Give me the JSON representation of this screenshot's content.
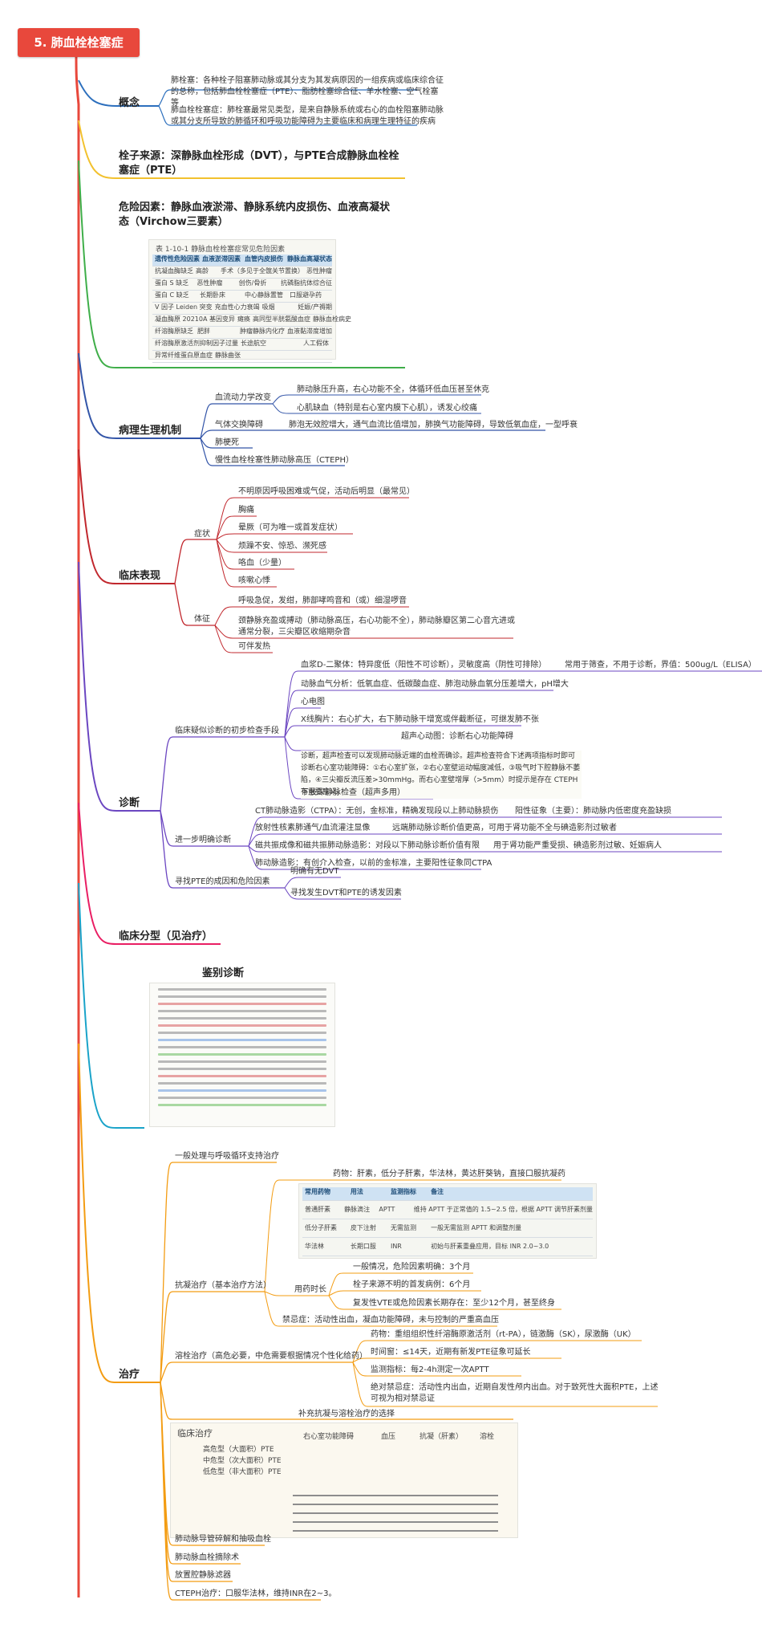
{
  "root": "5. 肺血栓栓塞症",
  "overview": {
    "label": "概念",
    "items": [
      "肺栓塞：各种栓子阻塞肺动脉或其分支为其发病原因的一组疾病或临床综合征的总称，包括肺血栓栓塞症（PTE）、脂肪栓塞综合征、羊水栓塞、空气栓塞等",
      "肺血栓栓塞症：肺栓塞最常见类型，是来自静脉系统或右心的血栓阻塞肺动脉或其分支所导致的肺循环和呼吸功能障碍为主要临床和病理生理特征的疾病"
    ]
  },
  "source": "栓子来源：深静脉血栓形成（DVT），与PTE合成静脉血栓栓塞症（PTE）",
  "risk": "危险因素：静脉血液淤滞、静脉系统内皮损伤、血液高凝状态（Virchow三要素）",
  "risk_table": {
    "caption": "表 1-10-1 静脉血栓栓塞症常见危险因素",
    "headers": [
      "遗传性危险因素",
      "血液淤滞因素",
      "血管内皮损伤",
      "静脉血高凝状态"
    ],
    "rows": [
      [
        "抗凝血酶缺乏",
        "高龄",
        "手术（多见于全髋关节置换）",
        "恶性肿瘤"
      ],
      [
        "蛋白 S 缺乏",
        "恶性肿瘤",
        "创伤/骨折",
        "抗磷脂抗体综合征"
      ],
      [
        "蛋白 C 缺乏",
        "长期卧床",
        "中心静脉置管",
        "口服避孕药"
      ],
      [
        "V 因子 Leiden 突变",
        "充血性心力衰竭",
        "吸烟",
        "妊娠/产褥期"
      ],
      [
        "凝血酶原 20210A 基因变异",
        "瘫痪",
        "高同型半胱氨酸血症",
        "静脉血栓病史"
      ],
      [
        "纤溶酶原缺乏",
        "肥胖",
        "肿瘤静脉内化疗",
        "血液黏滞度增加"
      ],
      [
        "纤溶酶原激活剂抑制因子过量",
        "长途航空",
        "",
        "人工假体"
      ],
      [
        "异常纤维蛋白原血症",
        "静脉曲张",
        "",
        ""
      ]
    ]
  },
  "patho": {
    "label": "病理生理机制",
    "hemo": "血流动力学改变",
    "hemo_items": [
      "肺动脉压升高，右心功能不全，体循环低血压甚至休克",
      "心肌缺血（特别是右心室内膜下心肌），诱发心绞痛"
    ],
    "gas": "气体交换障碍",
    "gas_desc": "肺泡无效腔增大，通气血流比值增加，肺换气功能障碍，导致低氧血症，一型呼衰",
    "infarct": "肺梗死",
    "cteph": "慢性血栓栓塞性肺动脉高压（CTEPH）"
  },
  "clinical": {
    "label": "临床表现",
    "symptom": "症状",
    "symptoms": [
      "不明原因呼吸困难或气促，活动后明显（最常见）",
      "胸痛",
      "晕厥（可为唯一或首发症状）",
      "烦躁不安、惊恐、濒死感",
      "咯血（少量）",
      "咳嗽心悸"
    ],
    "sign": "体征",
    "signs": [
      "呼吸急促，发绀，肺部哮鸣音和（或）细湿啰音",
      "颈静脉充盈或搏动（肺动脉高压，右心功能不全），肺动脉瓣区第二心音亢进或通常分裂，三尖瓣区收缩期杂音",
      "可伴发热"
    ]
  },
  "diagnosis": {
    "label": "诊断",
    "suspect": "临床疑似诊断的初步检查手段",
    "ddimer": "血浆D-二聚体：特异度低（阳性不可诊断），灵敏度高（阴性可排除）",
    "ddimer_note": "常用于筛查，不用于诊断，界值：500ug/L（ELISA）",
    "abg": "动脉血气分析：低氧血症、低碳酸血症、肺泡动脉血氧分压差增大，pH增大",
    "ecg": "心电图",
    "xray": "X线胸片：右心扩大，右下肺动脉干增宽或伴截断征，可继发肺不张",
    "echo": "超声心动图：诊断右心功能障碍",
    "echo_text": "诊断，超声检查可以发现肺动脉近端的血栓而确诊。超声检查符合下述两项指标时即可诊断右心室功能障碍：①右心室扩张，②右心室壁运动幅度减低，③吸气时下腔静脉不萎陷，④三尖瓣反流压差>30mmHg。而右心室壁增厚（>5mm）时提示是存在 CTEPH 有重要意义。",
    "dvt_us": "下肢深静脉检查（超声多用）",
    "confirm": "进一步明确诊断",
    "ctpa": "CT肺动脉造影（CTPA）：无创，金标准，精确发现段以上肺动脉损伤",
    "ctpa_note": "阳性征象（主要）：肺动脉内低密度充盈缺损",
    "vq": "放射性核素肺通气/血流灌注显像",
    "vq_note": "远端肺动脉诊断价值更高，可用于肾功能不全与碘造影剂过敏者",
    "mra": "磁共振成像和磁共振肺动脉造影：对段以下肺动脉诊断价值有限",
    "mra_note": "用于肾功能严重受损、碘造影剂过敏、妊娠病人",
    "angio": "肺动脉造影：有创介入检查，以前的金标准，主要阳性征象同CTPA",
    "cause": "寻找PTE的成因和危险因素",
    "cause_items": [
      "明确有无DVT",
      "寻找发生DVT和PTE的诱发因素"
    ]
  },
  "classification": "临床分型（见治疗）",
  "differential": {
    "title": "鉴别诊断"
  },
  "treatment": {
    "label": "治疗",
    "general": "一般处理与呼吸循环支持治疗",
    "anticoag": "抗凝治疗（基本治疗方法）",
    "drugs": "药物：肝素，低分子肝素，华法林，黄达肝葵钠，直接口服抗凝药",
    "drug_table": {
      "headers": [
        "常用药物",
        "用法",
        "监测指标",
        "备注"
      ],
      "rows": [
        [
          "普通肝素",
          "静脉滴注",
          "APTT",
          "维持 APTT 于正常值的 1.5~2.5 倍，根据 APTT 调节肝素剂量"
        ],
        [
          "低分子肝素",
          "皮下注射",
          "无需监测",
          "一般无需监测 APTT 和调整剂量"
        ],
        [
          "华法林",
          "长期口服",
          "INR",
          "初始与肝素重叠应用，目标 INR 2.0~3.0"
        ]
      ]
    },
    "duration": "用药时长",
    "durations": [
      "一般情况，危险因素明确：3个月",
      "栓子来源不明的首发病例：6个月",
      "复发性VTE或危险因素长期存在：至少12个月，甚至终身"
    ],
    "contra": "禁忌症：活动性出血，凝血功能障碍，未与控制的严重高血压",
    "thrombolysis": "溶栓治疗（高危必要，中危需要根据情况个性化给药）",
    "lytic_items": [
      "药物：重组组织性纤溶酶原激活剂（rt-PA），链激酶（SK），尿激酶（UK）",
      "时间窗：≤14天，近期有新发PTE征象可延长",
      "监测指标：每2-4h测定一次APTT",
      "绝对禁忌症：活动性内出血，近期自发性颅内出血。对于致死性大面积PTE，上述可视为相对禁忌证"
    ],
    "supplement": "补充抗凝与溶栓治疗的选择",
    "notes": {
      "title": "临床治疗",
      "left": [
        "高危型（大面积）PTE",
        "中危型（次大面积）PTE",
        "低危型（非大面积）PTE"
      ],
      "cols": [
        "右心室功能障碍",
        "血压",
        "抗凝（肝素）",
        "溶栓"
      ]
    },
    "others": [
      "肺动脉导管碎解和抽吸血栓",
      "肺动脉血栓摘除术",
      "放置腔静脉滤器",
      "CTEPH治疗：口服华法林，维持INR在2~3。"
    ]
  },
  "colors": {
    "root": "#e8483c",
    "trunk": "#e8483c",
    "overview": "#2c6fbd",
    "source": "#f2c12e",
    "risk": "#3fae49",
    "patho": "#3355a8",
    "clinical": "#c1272d",
    "diagnosis": "#6b46c1",
    "classification": "#e91e63",
    "differential": "#1aa3c9",
    "treatment": "#f39c12"
  }
}
